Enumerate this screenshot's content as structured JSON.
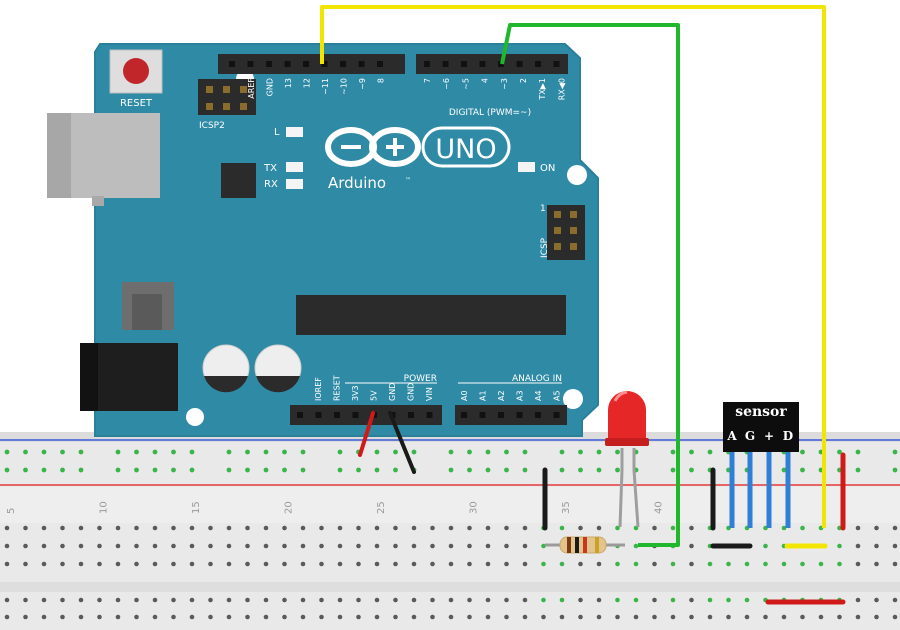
{
  "colors": {
    "board": "#2f8aa6",
    "board_edge": "#2a7f99",
    "header": "#2b2b2b",
    "wire_yellow": "#f2e600",
    "wire_green": "#1fb82c",
    "wire_red": "#d01a1a",
    "wire_black": "#1a1a1a",
    "wire_blue": "#2f7fd6",
    "led": "#e52727",
    "breadboard": "#e9e9e9",
    "hole": "#4a4a4a",
    "hole_green": "#39b54a",
    "rail_blue": "#3b5bd6",
    "rail_red": "#e23b3b"
  },
  "board": {
    "reset_label": "RESET",
    "icsp2_label": "ICSP2",
    "icsp_label": "ICSP",
    "icsp_pin1": "1",
    "l_label": "L",
    "tx_label": "TX",
    "rx_label": "RX",
    "on_label": "ON",
    "brand": "Arduino",
    "tm": "™",
    "model": "UNO",
    "digital_label": "DIGITAL (PWM=~)",
    "power_label": "POWER",
    "analog_label": "ANALOG IN",
    "digital_pins_left": [
      "AREF",
      "GND",
      "13",
      "12",
      "~11",
      "~10",
      "~9",
      "8"
    ],
    "digital_pins_right": [
      "7",
      "~6",
      "~5",
      "4",
      "~3",
      "2",
      "TX▶1",
      "RX◀0"
    ],
    "power_pins": [
      "IOREF",
      "RESET",
      "3V3",
      "5V",
      "GND",
      "GND",
      "VIN"
    ],
    "analog_pins": [
      "A0",
      "A1",
      "A2",
      "A3",
      "A4",
      "A5"
    ]
  },
  "breadboard": {
    "column_numbers": [
      "5",
      "10",
      "15",
      "20",
      "25",
      "30",
      "35",
      "40"
    ]
  },
  "sensor": {
    "title": "sensor",
    "pins": [
      "A",
      "G",
      "+",
      "D"
    ]
  }
}
